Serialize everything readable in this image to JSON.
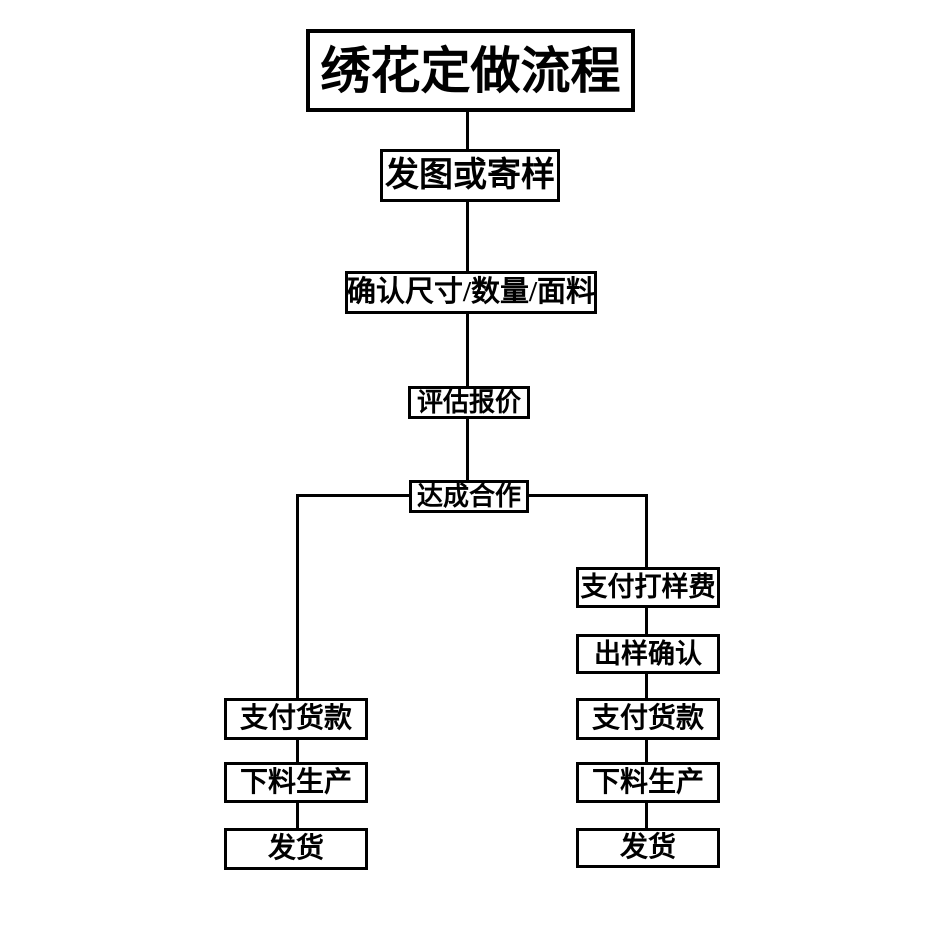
{
  "flowchart": {
    "title": "绣花定做流程",
    "steps": {
      "send_design": "发图或寄样",
      "confirm_specs": "确认尺寸/数量/面料",
      "quote": "评估报价",
      "cooperation": "达成合作"
    },
    "right_branch": {
      "pay_sample_fee": "支付打样费",
      "sample_confirmation": "出样确认",
      "pay_goods": "支付货款",
      "production": "下料生产",
      "ship": "发货"
    },
    "left_branch": {
      "pay_goods": "支付货款",
      "production": "下料生产",
      "ship": "发货"
    },
    "colors": {
      "line": "#000000",
      "background": "#ffffff",
      "text": "#000000"
    }
  }
}
